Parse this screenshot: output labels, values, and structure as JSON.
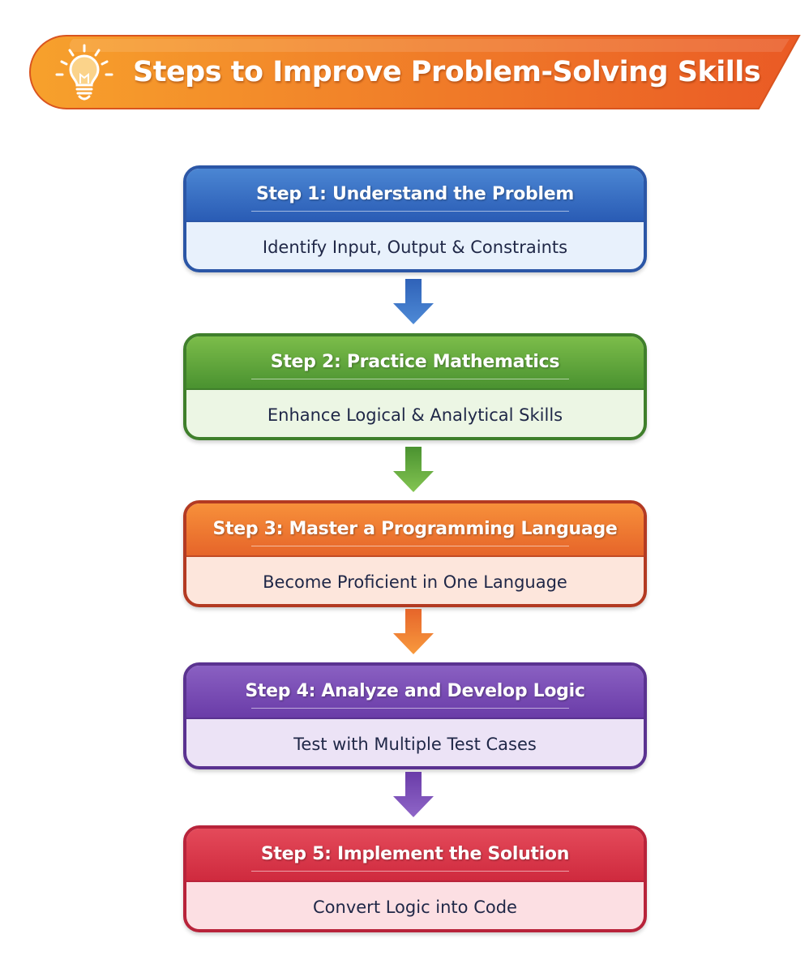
{
  "title": "Steps to Improve Problem-Solving Skills",
  "icon": "lightbulb-icon",
  "colors": {
    "banner_start": "#f7a12c",
    "banner_end": "#ea5a25"
  },
  "steps": [
    {
      "title": "Step 1: Understand the Problem",
      "description": "Identify Input, Output & Constraints",
      "colors": {
        "header_top": "#4b86d3",
        "header_bottom": "#2a5cb5",
        "border": "#2b56a6",
        "light": "#e8f1fc"
      }
    },
    {
      "title": "Step 2: Practice Mathematics",
      "description": "Enhance Logical & Analytical Skills",
      "colors": {
        "header_top": "#7cbd4a",
        "header_bottom": "#4a9230",
        "border": "#3f7f2b",
        "light": "#ecf6e4"
      }
    },
    {
      "title": "Step 3: Master a Programming Language",
      "description": "Become Proficient in One Language",
      "colors": {
        "header_top": "#f7903a",
        "header_bottom": "#e6652a",
        "border": "#b33a22",
        "light": "#fde6dc"
      }
    },
    {
      "title": "Step 4: Analyze and Develop Logic",
      "description": "Test with Multiple Test Cases",
      "colors": {
        "header_top": "#8a60c2",
        "header_bottom": "#6a3ca8",
        "border": "#5a3290",
        "light": "#ece3f6"
      }
    },
    {
      "title": "Step 5: Implement the Solution",
      "description": "Convert Logic into Code",
      "colors": {
        "header_top": "#e44a5a",
        "header_bottom": "#cf2a3e",
        "border": "#b8233a",
        "light": "#fcdfe3"
      }
    }
  ]
}
